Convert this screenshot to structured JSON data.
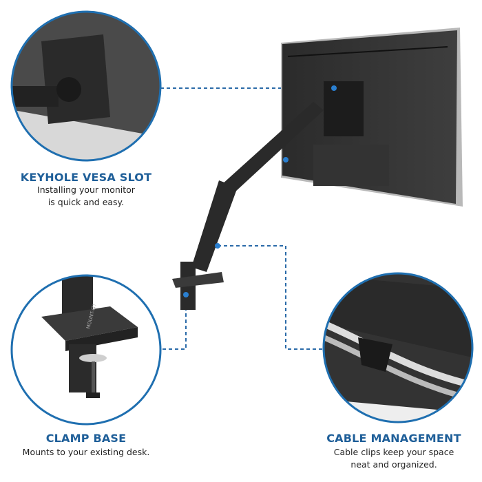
{
  "callouts": {
    "vesa": {
      "title": "KEYHOLE VESA SLOT",
      "line1": "Installing your monitor",
      "line2": "is quick and easy."
    },
    "clamp": {
      "title": "CLAMP BASE",
      "line1": "Mounts to your existing desk."
    },
    "cable": {
      "title": "CABLE MANAGEMENT",
      "line1": "Cable clips keep your space",
      "line2": "neat and organized."
    }
  },
  "logo_text": "MOUNT-IT!",
  "colors": {
    "accent": "#1f5f99",
    "dash": "#2a6aa8",
    "circle_border": "#1f6fb0"
  }
}
